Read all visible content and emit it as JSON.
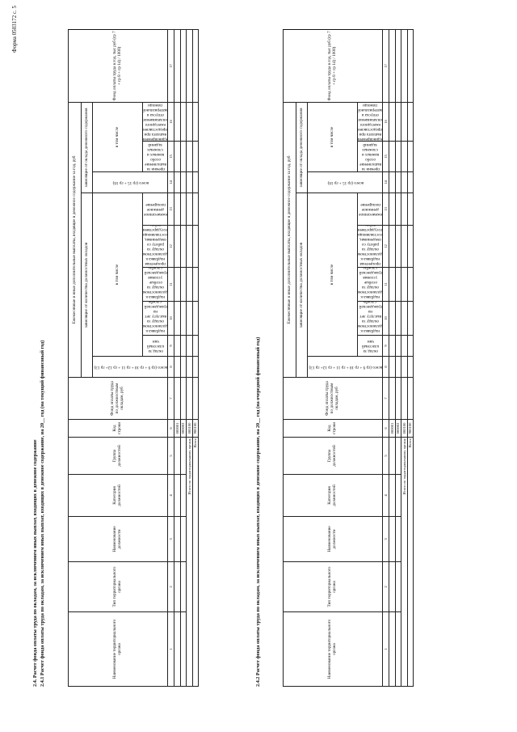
{
  "page_header": "Форма 0503172 с. 5",
  "heading_main": "2.4. Расчет фонда оплаты труда по окладам, за исключением иных выплат, входящих в денежное содержание",
  "tables": [
    {
      "caption": "2.4.1 Расчет фонда оплаты труда по окладам, за исключением иных выплат, входящих в денежное содержание, на 20__ год (на текущий финансовый год)",
      "columns": {
        "c1": "Наименование территориального органа",
        "c2": "Тип территориального органа",
        "c3": "Наименование должности",
        "c4": "Категория должностей",
        "c5": "Группа должностей",
        "c6": "Код строки",
        "c7": "Фонд оплаты труда по должностным окладам, руб",
        "group_main": "Ежемесячные и иные дополнительные выплаты, входящие в денежное содержание за год, руб",
        "group_a": "зависящие от количества должностных окладов",
        "group_b": "зависящие от оклада денежного содержания",
        "in_total": "в том числе",
        "c8": "всего (гр 9 + гр 10 + гр 11 + гр 12+ гр 13)",
        "c9": "оклад за классный чин",
        "c10": "ежемесячная надбавка к должностному окладу за выслугу лет на гражданской службе",
        "c11": "ежемесячная надбавка к должностному окладу за особые условия гражданской службы",
        "c12": "ежемесячная процентная надбавка к должностному окладу за работу со сведениями, составляющими государственную тайну",
        "c13": "ежемесячное денежное поощрение",
        "c14": "всего (гр 15 + гр 16)",
        "c15": "премии за выполнение особо важных и сложных заданий",
        "c16": "единовременная выплата при предоставлении ежегодного оплачиваемого отпуска и материальной помощи",
        "c17": "Фонд оплаты труда в год, тыс руб (гр 7 + гр 8 + гр 14) / 1000)"
      },
      "col_numbers": [
        "1",
        "2",
        "3",
        "4",
        "5",
        "6",
        "7",
        "8",
        "9",
        "10",
        "11",
        "12",
        "13",
        "14",
        "15",
        "16",
        "17"
      ],
      "codes": [
        "000001",
        "000002"
      ],
      "total_code_1": "000100",
      "total_code_2": "900100",
      "total_label_1": "Итого по территориальному органу",
      "total_label_2": "Всего"
    },
    {
      "caption": "2.4.2 Расчет фонда оплаты труда по окладам, за исключением иных выплат, входящих в денежное содержание, на 20__ год (на очередной финансовый год)",
      "columns": {
        "c1": "Наименование территориального органа",
        "c2": "Тип территориального органа",
        "c3": "Наименование должности",
        "c4": "Категория должностей",
        "c5": "Группа должностей",
        "c6": "Код строки",
        "c7": "Фонд оплаты труда по должностным окладам, руб",
        "group_main": "Ежемесячные и иные дополнительные выплаты, входящие в денежное содержание за год, руб",
        "group_a": "зависящие от количества должностных окладов",
        "group_b": "зависящие от оклада денежного содержания",
        "in_total": "в том числе",
        "c8": "всего (гр 9 + гр 10 + гр 11 + гр 12+ гр 13)",
        "c9": "оклад за классный чин",
        "c10": "ежемесячная надбавка к должностному окладу за выслугу лет на гражданской службе",
        "c11": "ежемесячная надбавка к должностному окладу за особые условия гражданской службы",
        "c12": "ежемесячная процентная надбавка к должностному окладу за работу со сведениями, составляющими государственную тайну",
        "c13": "ежемесячное денежное поощрение",
        "c14": "всего (гр 15 + гр 16)",
        "c15": "премии за выполнение особо важных и сложных заданий",
        "c16": "единовременная выплата при предоставлении ежегодного оплачиваемого отпуска и материальной помощи",
        "c17": "Фонд оплаты труда в год, тыс руб (гр 7 + гр 8 + гр 14) / 1000)"
      },
      "col_numbers": [
        "1",
        "2",
        "3",
        "4",
        "5",
        "6",
        "7",
        "8",
        "9",
        "10",
        "11",
        "12",
        "13",
        "14",
        "15",
        "16",
        "17"
      ],
      "codes": [
        "000001",
        "000002"
      ],
      "total_code_1": "000100",
      "total_code_2": "900100",
      "total_label_1": "Итого по территориальному органу",
      "total_label_2": "Всего"
    }
  ]
}
